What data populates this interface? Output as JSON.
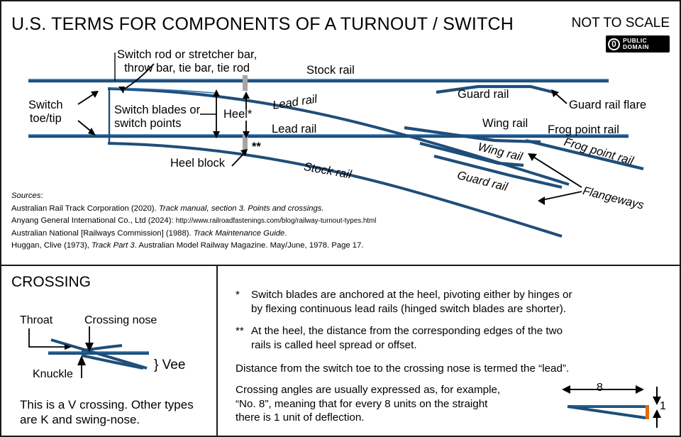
{
  "header": {
    "title": "U.S. TERMS FOR COMPONENTS OF A TURNOUT / SWITCH",
    "not_to_scale": "NOT TO SCALE",
    "badge": {
      "mark": "0",
      "line1": "PUBLIC",
      "line2": "DOMAIN"
    }
  },
  "diagram": {
    "labels": {
      "switch_rod": "Switch rod or stretcher bar,",
      "switch_rod2": "throw bar, tie bar, tie rod",
      "stock_rail_top": "Stock rail",
      "switch_toe": "Switch",
      "switch_toe2": "toe/tip",
      "switch_blades": "Switch blades or",
      "switch_blades2": "switch points",
      "heel": "Heel*",
      "heel_block": "Heel block",
      "double_star": "**",
      "lead_rail_1": "Lead rail",
      "lead_rail_2": "Lead rail",
      "stock_rail_lower": "Stock rail",
      "guard_rail_top": "Guard rail",
      "guard_rail_flare": "Guard rail flare",
      "wing_rail_top": "Wing rail",
      "wing_rail_lower": "Wing rail",
      "frog_point_rail_top": "Frog point rail",
      "frog_point_rail_lower": "Frog point rail",
      "guard_rail_lower": "Guard rail",
      "flangeways": "Flangeways"
    },
    "colors": {
      "rail": "#1F4E79",
      "rail_light": "#2E75B6",
      "block": "#A6A6A6"
    }
  },
  "sources": {
    "heading": "Sources",
    "entries": [
      {
        "pre": "Australian Rail Track Corporation (2020). ",
        "italic": "Track manual, section 3. Points and crossings.",
        "post": ""
      },
      {
        "pre": "Anyang General International Co., Ltd (2024): ",
        "url": "http://www.railroadfastenings.com/blog/railway-turnout-types.html",
        "post": ""
      },
      {
        "pre": "Australian National [Railways Commission] (1988). ",
        "italic": "Track Maintenance Guide",
        "post": "."
      },
      {
        "pre": "Huggan, Clive (1973), ",
        "italic": "Track Part 3",
        "post": ". Australian Model Railway Magazine. May/June, 1978. Page 17."
      }
    ]
  },
  "crossing_panel": {
    "title": "CROSSING",
    "throat": "Throat",
    "crossing_nose": "Crossing nose",
    "knuckle": "Knuckle",
    "vee": "} Vee",
    "note_line1": "This is a V crossing. Other types",
    "note_line2": "are K and swing-nose."
  },
  "notes_panel": {
    "items": [
      {
        "marker": "*",
        "line1": "Switch blades are anchored at the heel, pivoting either by hinges or",
        "line2": "by flexing continuous lead rails (hinged switch blades are shorter)."
      },
      {
        "marker": "**",
        "line1": "At the heel, the distance from the corresponding edges of the two",
        "line2": "rails is called heel spread or offset."
      },
      {
        "marker": "",
        "line1": "Distance from the switch toe to the crossing nose is termed the “lead”.",
        "line2": ""
      },
      {
        "marker": "",
        "line1": "Crossing angles are usually expressed as, for example,",
        "line2": "“No. 8”, meaning that for every 8 units on the straight",
        "line3": "there is 1 unit of deflection."
      }
    ],
    "ratio_diagram": {
      "run": "8",
      "rise": "1",
      "accent_color": "#E36C0A"
    }
  }
}
